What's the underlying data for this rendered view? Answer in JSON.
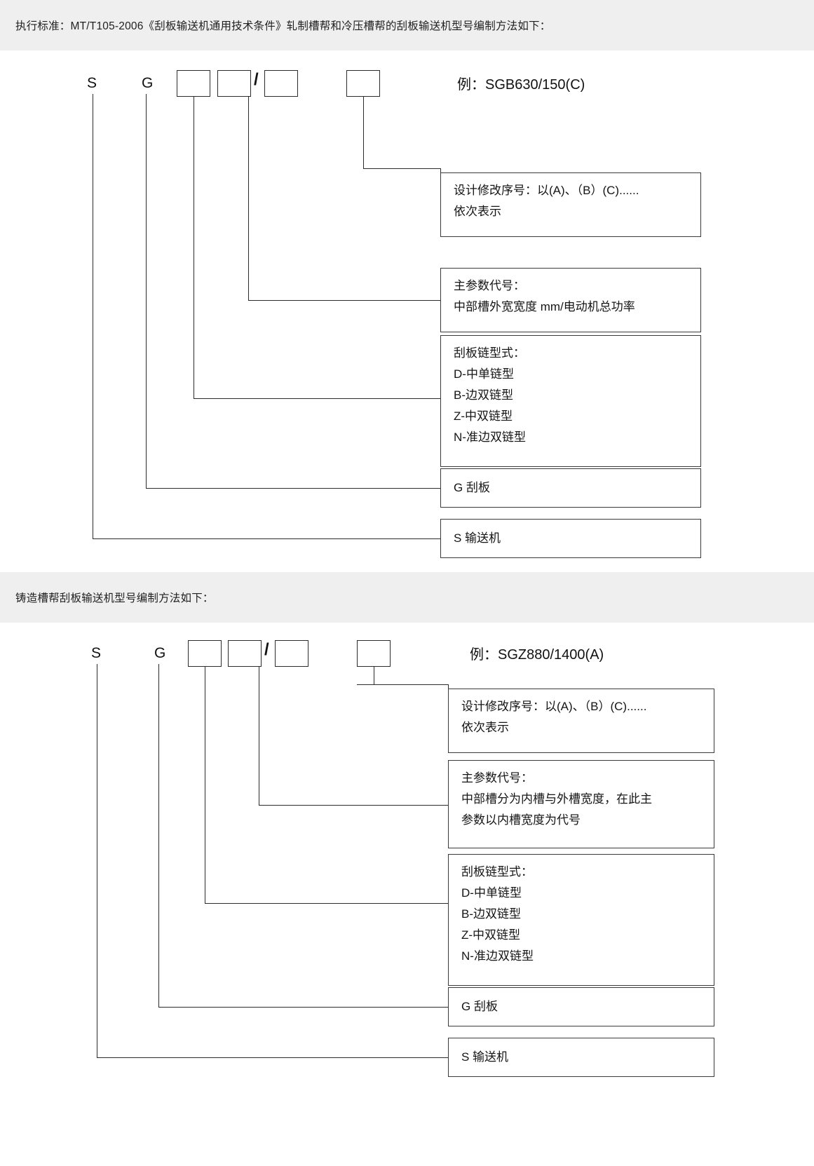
{
  "sections": [
    {
      "band_text": "执行标准：MT/T105-2006《刮板输送机通用技术条件》轧制槽帮和冷压槽帮的刮板输送机型号编制方法如下：",
      "code": {
        "letter1": "S",
        "letter2": "G",
        "slash": "/",
        "example": "例：SGB630/150(C)"
      },
      "boxes": [
        {
          "name": "design-revision",
          "lines": [
            "设计修改序号：以(A)、（B）(C)......",
            "依次表示"
          ]
        },
        {
          "name": "main-parameter",
          "lines": [
            "主参数代号：",
            "中部槽外宽宽度  mm/电动机总功率"
          ]
        },
        {
          "name": "chain-type",
          "lines": [
            "刮板链型式：",
            "D-中单链型",
            "B-边双链型",
            "Z-中双链型",
            "N-准边双链型"
          ]
        },
        {
          "name": "g-scraper",
          "lines": [
            "G 刮板"
          ]
        },
        {
          "name": "s-conveyor",
          "lines": [
            "S 输送机"
          ]
        }
      ]
    },
    {
      "band_text": "铸造槽帮刮板输送机型号编制方法如下：",
      "code": {
        "letter1": "S",
        "letter2": "G",
        "slash": "/",
        "example": "例：SGZ880/1400(A)"
      },
      "boxes": [
        {
          "name": "design-revision",
          "lines": [
            "设计修改序号：以(A)、（B）(C)......",
            "依次表示"
          ]
        },
        {
          "name": "main-parameter",
          "lines": [
            "主参数代号：",
            "中部槽分为内槽与外槽宽度，在此主",
            "参数以内槽宽度为代号"
          ]
        },
        {
          "name": "chain-type",
          "lines": [
            "刮板链型式：",
            "D-中单链型",
            "B-边双链型",
            "Z-中双链型",
            "N-准边双链型"
          ]
        },
        {
          "name": "g-scraper",
          "lines": [
            "G 刮板"
          ]
        },
        {
          "name": "s-conveyor",
          "lines": [
            "S 输送机"
          ]
        }
      ]
    }
  ],
  "colors": {
    "band_bg": "#efefef",
    "line": "#2b2b2b",
    "text": "#151515",
    "page_bg": "#ffffff"
  }
}
